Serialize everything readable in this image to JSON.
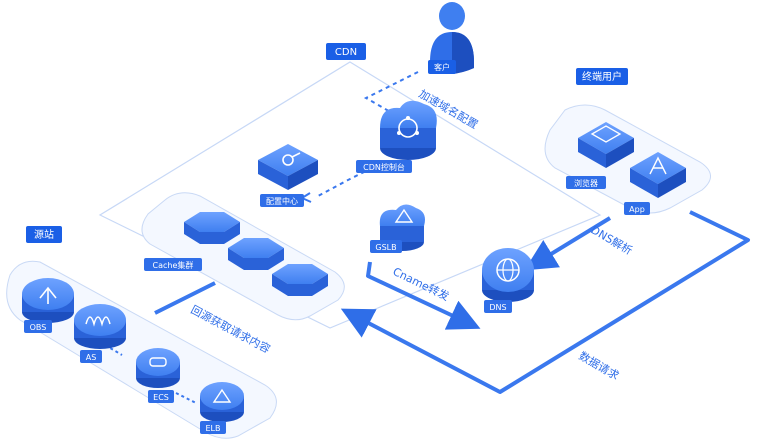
{
  "labels": {
    "cdn": "CDN",
    "customer": "客户",
    "end_user": "终端用户",
    "origin": "源站",
    "cdn_console": "CDN控制台",
    "config_center": "配置中心",
    "gslb": "GSLB",
    "cache_cluster": "Cache集群",
    "dns": "DNS",
    "browser": "浏览器",
    "app": "App",
    "obs": "OBS",
    "as": "AS",
    "ecs": "ECS",
    "elb": "ELB"
  },
  "flows": {
    "accel_config": "加速域名配置",
    "dns_resolve": "DNS解析",
    "cname_forward": "Cname转发",
    "fetch_origin": "回源获取请求内容",
    "data_request": "数据请求"
  },
  "colors": {
    "accent": "#2f6ee8",
    "tag": "#1a5fe6",
    "line": "#b8cdf2",
    "icon_fill": "#4b86f0"
  }
}
